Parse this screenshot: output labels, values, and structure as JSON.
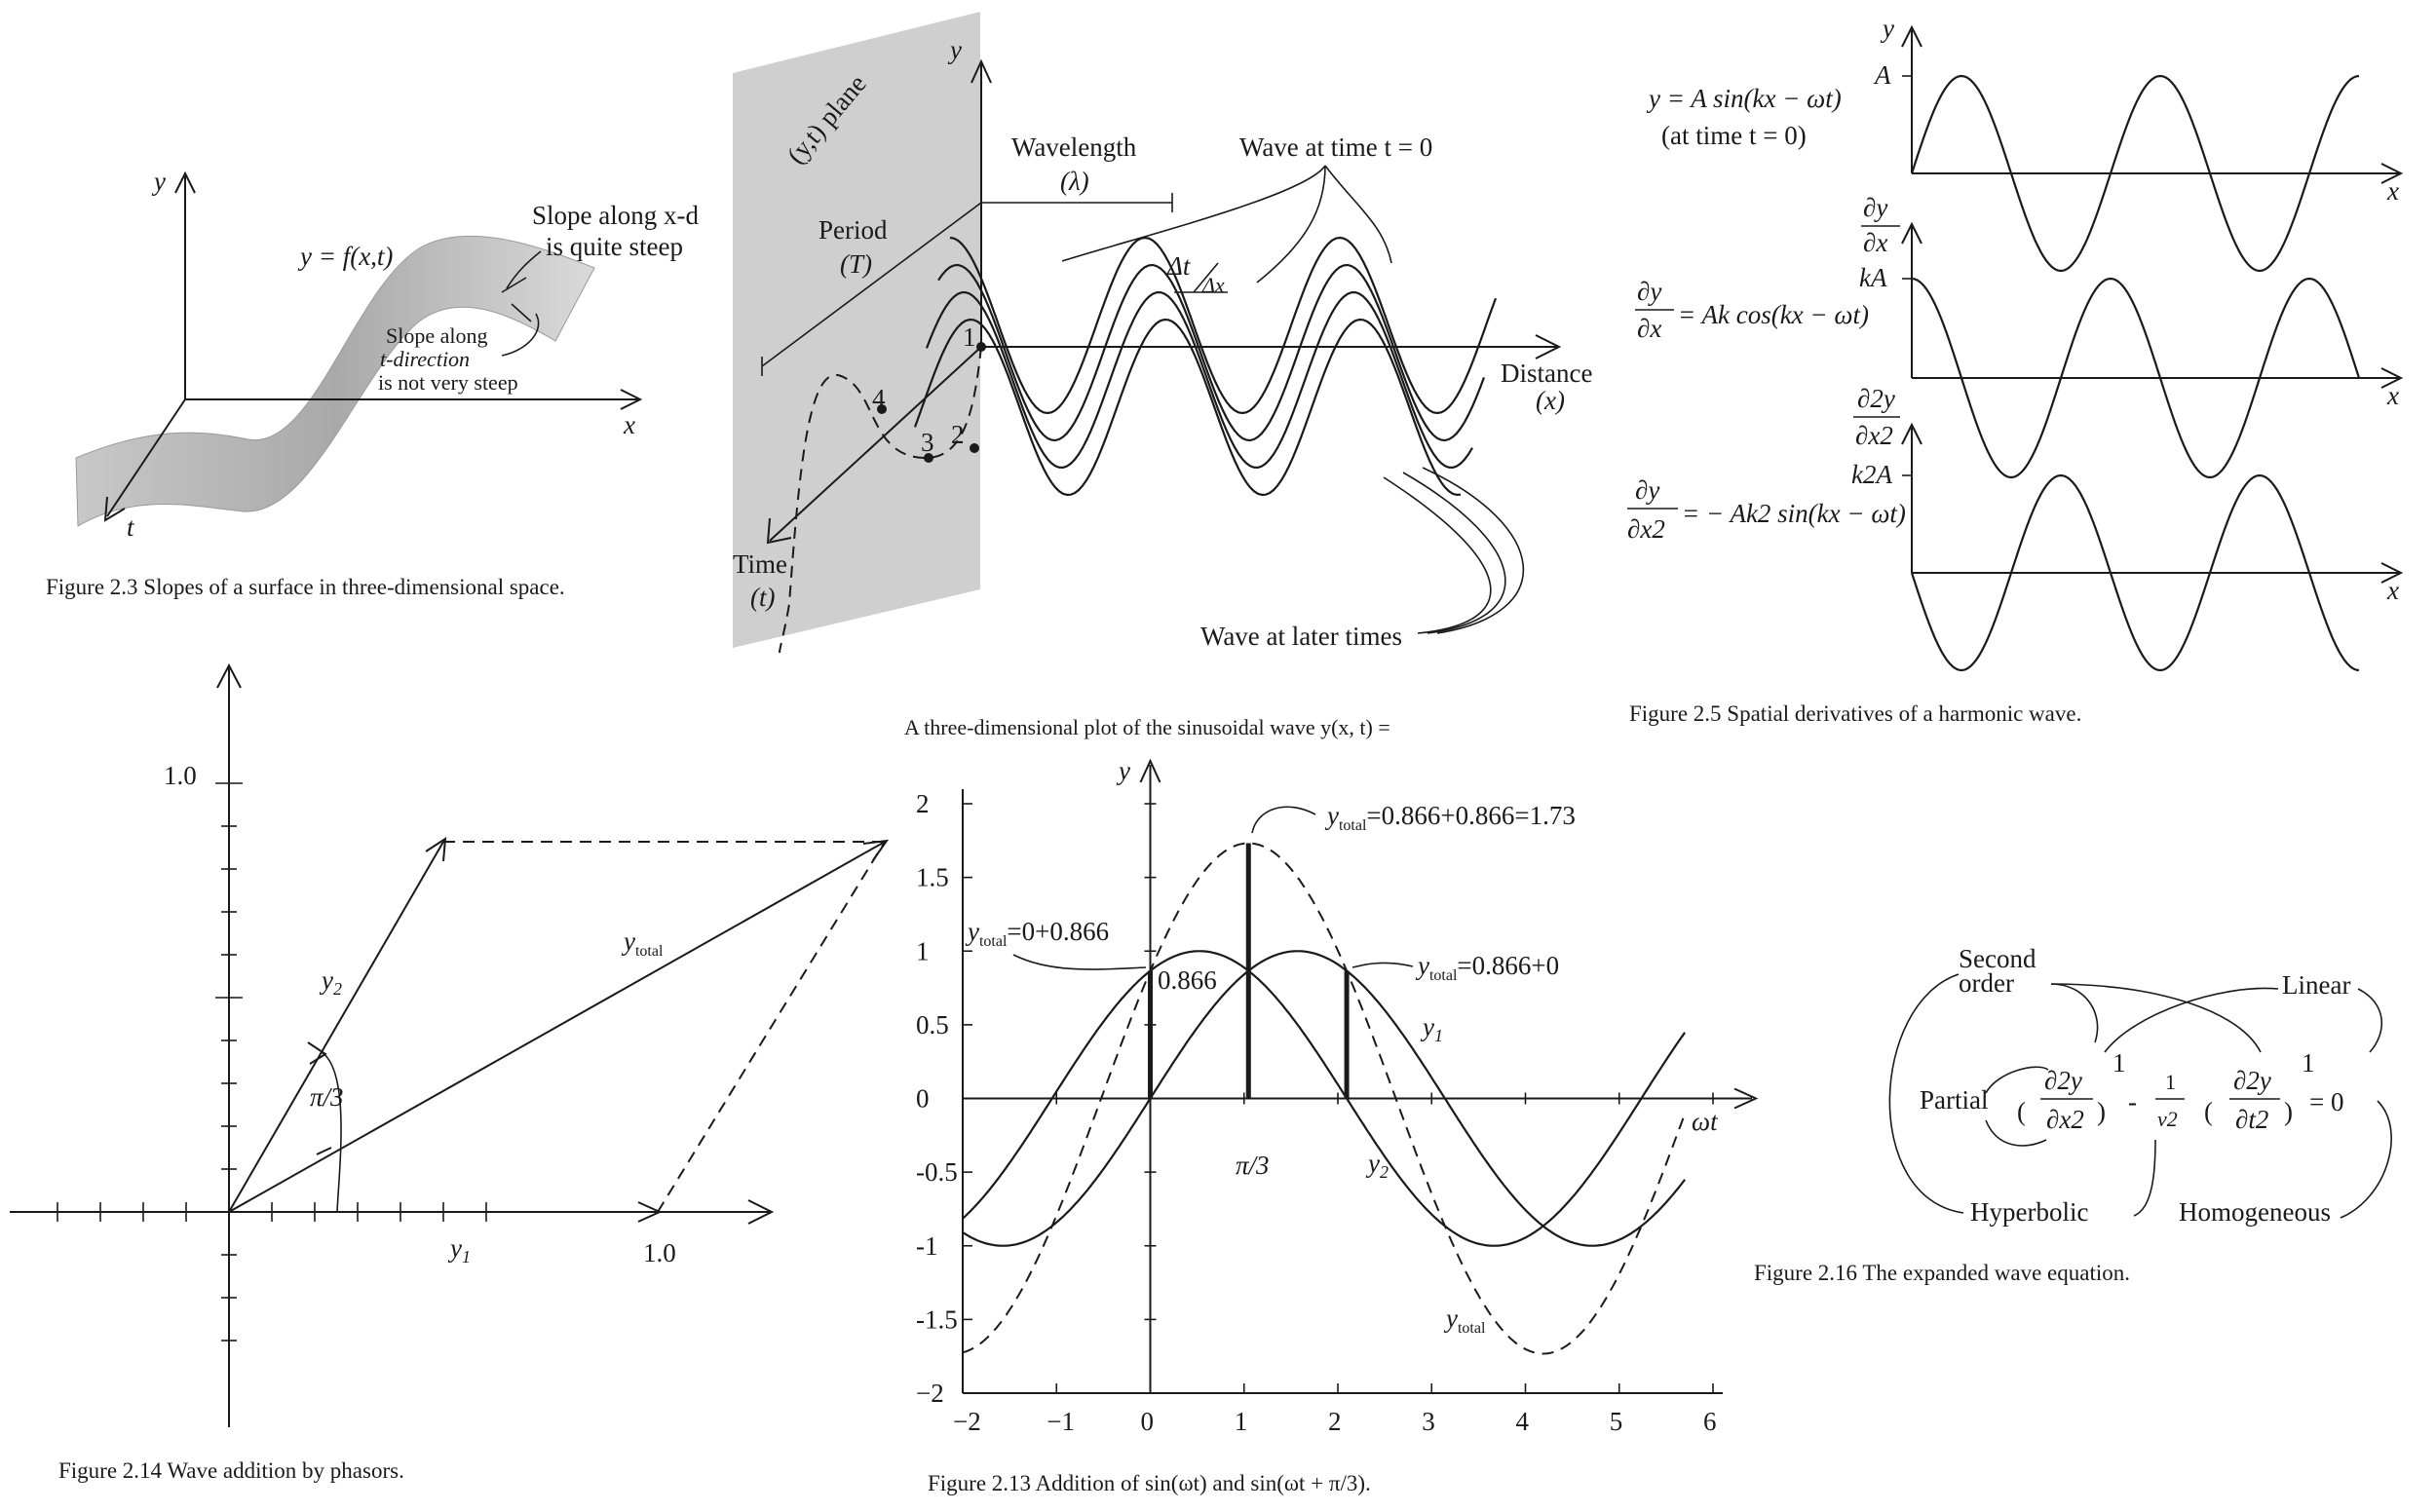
{
  "fig23": {
    "caption": "Figure 2.3  Slopes of a surface in three-dimensional space.",
    "y": "y",
    "x": "x",
    "t": "t",
    "eq": "y = f(x,t)",
    "slope_x_1": "Slope along x-d",
    "slope_x_2": "is quite steep",
    "slope_t_1": "Slope along",
    "slope_t_2": "t-direction",
    "slope_t_3": "is not very steep"
  },
  "fig3d": {
    "plane": "(y,t) plane",
    "y": "y",
    "period_1": "Period",
    "period_2": "(T)",
    "wavelength_1": "Wavelength",
    "wavelength_2": "(λ)",
    "wave_t0": "Wave at time t = 0",
    "dt": "Δt",
    "dx": "Δx",
    "distance_1": "Distance",
    "distance_2": "(x)",
    "time_1": "Time",
    "time_2": "(t)",
    "later": "Wave at later times",
    "p1": "1",
    "p2": "2",
    "p3": "3",
    "p4": "4",
    "caption": "A  three-dimensional  plot  of  the  sinusoidal  wave  y(x, t)  ="
  },
  "fig25": {
    "caption": "Figure 2.5  Spatial derivatives of a harmonic wave.",
    "eq1": "y = A sin(kx − ωt)",
    "eq1b": "(at time t = 0)",
    "eq2_lhs_num": "∂y",
    "eq2_lhs_den": "∂x",
    "eq2_rhs": "= Ak cos(kx − ωt)",
    "eq3_lhs_num": "∂y",
    "eq3_lhs_den": "∂x2",
    "eq3_rhs": "= − Ak2 sin(kx − ωt)",
    "axis1_label": "y",
    "axis1_tick": "A",
    "axis2_label_num": "∂y",
    "axis2_label_den": "∂x",
    "axis2_tick": "kA",
    "axis3_label_num": "∂2y",
    "axis3_label_den": "∂x2",
    "axis3_tick": "k2A",
    "x": "x"
  },
  "fig214": {
    "caption": "Figure 2.14  Wave addition by phasors.",
    "tick_10_y": "1.0",
    "tick_10_x": "1.0",
    "y1": "y1",
    "y2": "y2",
    "ytotal": "ytotal",
    "angle": "π/3"
  },
  "fig216": {
    "caption": "Figure 2.16  The expanded wave equation.",
    "second_1": "Second",
    "second_2": "order",
    "linear": "Linear",
    "partial": "Partial",
    "hyperbolic": "Hyperbolic",
    "homogeneous": "Homogeneous",
    "eq_num1": "∂2y",
    "eq_den1": "∂x2",
    "eq_num2": "1",
    "eq_den2": "v2",
    "eq_num3": "∂2y",
    "eq_den3": "∂t2",
    "power1": "1",
    "power2": "1",
    "minus": "-",
    "equals": "= 0"
  },
  "chart_data": {
    "type": "line",
    "caption": "Figure 2.13  Addition of sin(ωt) and sin(ωt + π/3).",
    "xlabel": "ωt",
    "ylabel": "y",
    "xlim": [
      -2,
      6
    ],
    "ylim": [
      -2,
      2
    ],
    "x_ticks": [
      "−2",
      "−1",
      "0",
      "1",
      "2",
      "3",
      "4",
      "5",
      "6"
    ],
    "y_ticks": [
      "2",
      "1.5",
      "1",
      "0.5",
      "0",
      "-0.5",
      "-1",
      "-1.5",
      "−2"
    ],
    "pi3_label": "π/3",
    "series": [
      {
        "name": "y1",
        "expr": "sin(ωt)",
        "style": "solid"
      },
      {
        "name": "y2",
        "expr": "sin(ωt + π/3)",
        "style": "solid"
      },
      {
        "name": "ytotal",
        "expr": "sin(ωt) + sin(ωt + π/3)",
        "style": "dashed"
      }
    ],
    "annotations": {
      "a1": "ytotal = 0 + 0.866",
      "a2": "ytotal = 0.866 + 0.866 = 1.73",
      "a3": "ytotal = 0.866 + 0",
      "v0866": "0.866"
    }
  }
}
